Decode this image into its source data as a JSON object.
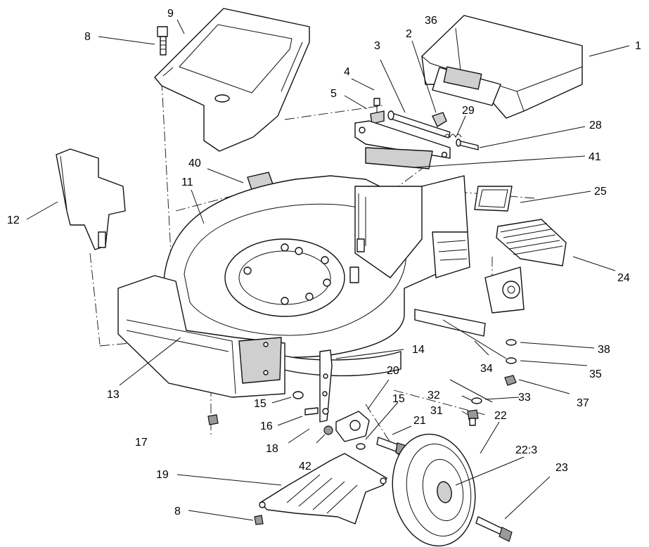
{
  "diagram": {
    "callouts": [
      {
        "id": "c1",
        "label": "1"
      },
      {
        "id": "c2",
        "label": "2"
      },
      {
        "id": "c3",
        "label": "3"
      },
      {
        "id": "c4",
        "label": "4"
      },
      {
        "id": "c5",
        "label": "5"
      },
      {
        "id": "c8a",
        "label": "8"
      },
      {
        "id": "c8b",
        "label": "8"
      },
      {
        "id": "c9",
        "label": "9"
      },
      {
        "id": "c11",
        "label": "11"
      },
      {
        "id": "c12",
        "label": "12"
      },
      {
        "id": "c13",
        "label": "13"
      },
      {
        "id": "c14",
        "label": "14"
      },
      {
        "id": "c15a",
        "label": "15"
      },
      {
        "id": "c15b",
        "label": "15"
      },
      {
        "id": "c16",
        "label": "16"
      },
      {
        "id": "c17",
        "label": "17"
      },
      {
        "id": "c18",
        "label": "18"
      },
      {
        "id": "c19",
        "label": "19"
      },
      {
        "id": "c20",
        "label": "20"
      },
      {
        "id": "c21",
        "label": "21"
      },
      {
        "id": "c22",
        "label": "22"
      },
      {
        "id": "c22_3",
        "label": "22:3"
      },
      {
        "id": "c23",
        "label": "23"
      },
      {
        "id": "c24",
        "label": "24"
      },
      {
        "id": "c25",
        "label": "25"
      },
      {
        "id": "c28",
        "label": "28"
      },
      {
        "id": "c29",
        "label": "29"
      },
      {
        "id": "c31",
        "label": "31"
      },
      {
        "id": "c32",
        "label": "32"
      },
      {
        "id": "c33",
        "label": "33"
      },
      {
        "id": "c34",
        "label": "34"
      },
      {
        "id": "c35",
        "label": "35"
      },
      {
        "id": "c36",
        "label": "36"
      },
      {
        "id": "c37",
        "label": "37"
      },
      {
        "id": "c38",
        "label": "38"
      },
      {
        "id": "c40",
        "label": "40"
      },
      {
        "id": "c41",
        "label": "41"
      },
      {
        "id": "c42",
        "label": "42"
      }
    ]
  }
}
